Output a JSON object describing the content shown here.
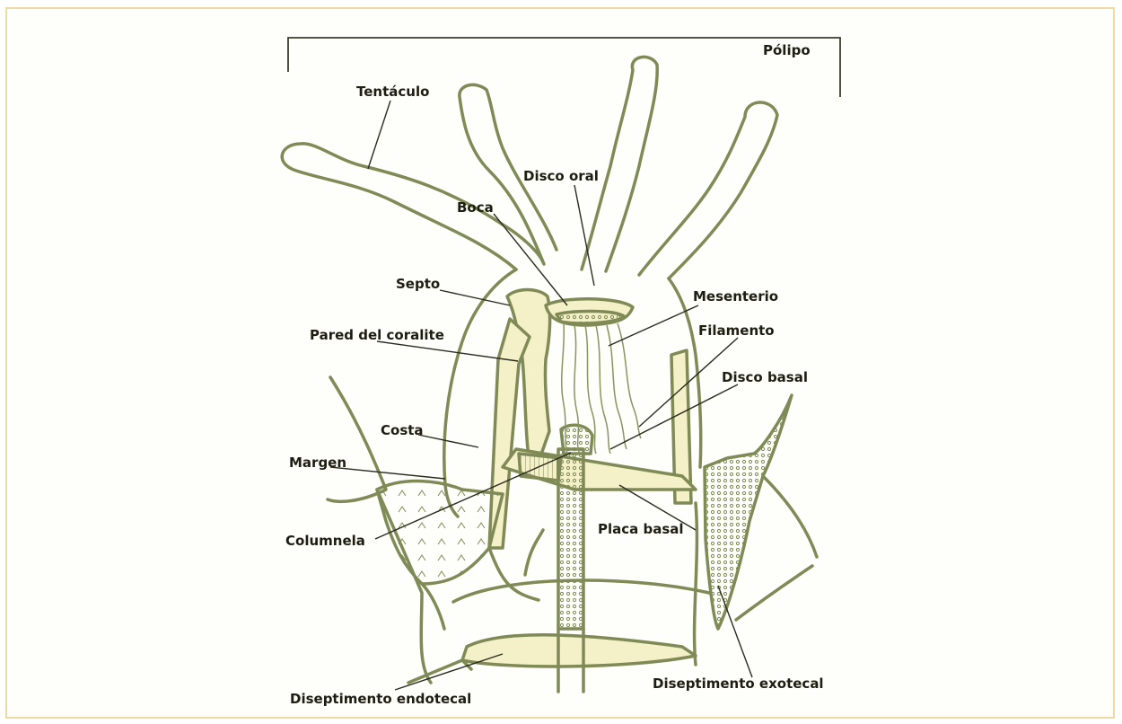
{
  "diagram": {
    "colors": {
      "frame_border": "#f1d9a4",
      "frame_bg": "#fefefa",
      "outline": "#7f8a56",
      "fill_light": "#f4f0c8",
      "leader": "#2b2b20",
      "text": "#1d1d12"
    },
    "labels": {
      "polipo": "Pólipo",
      "tentaculo": "Tentáculo",
      "disco_oral": "Disco oral",
      "boca": "Boca",
      "septo": "Septo",
      "mesenterio": "Mesenterio",
      "pared_coralite": "Pared del coralite",
      "filamento": "Filamento",
      "disco_basal": "Disco basal",
      "costa": "Costa",
      "margen": "Margen",
      "columnela": "Columnela",
      "placa_basal": "Placa basal",
      "diseptimento_endotecal": "Diseptimento endotecal",
      "diseptimento_exotecal": "Diseptimento exotecal"
    }
  }
}
